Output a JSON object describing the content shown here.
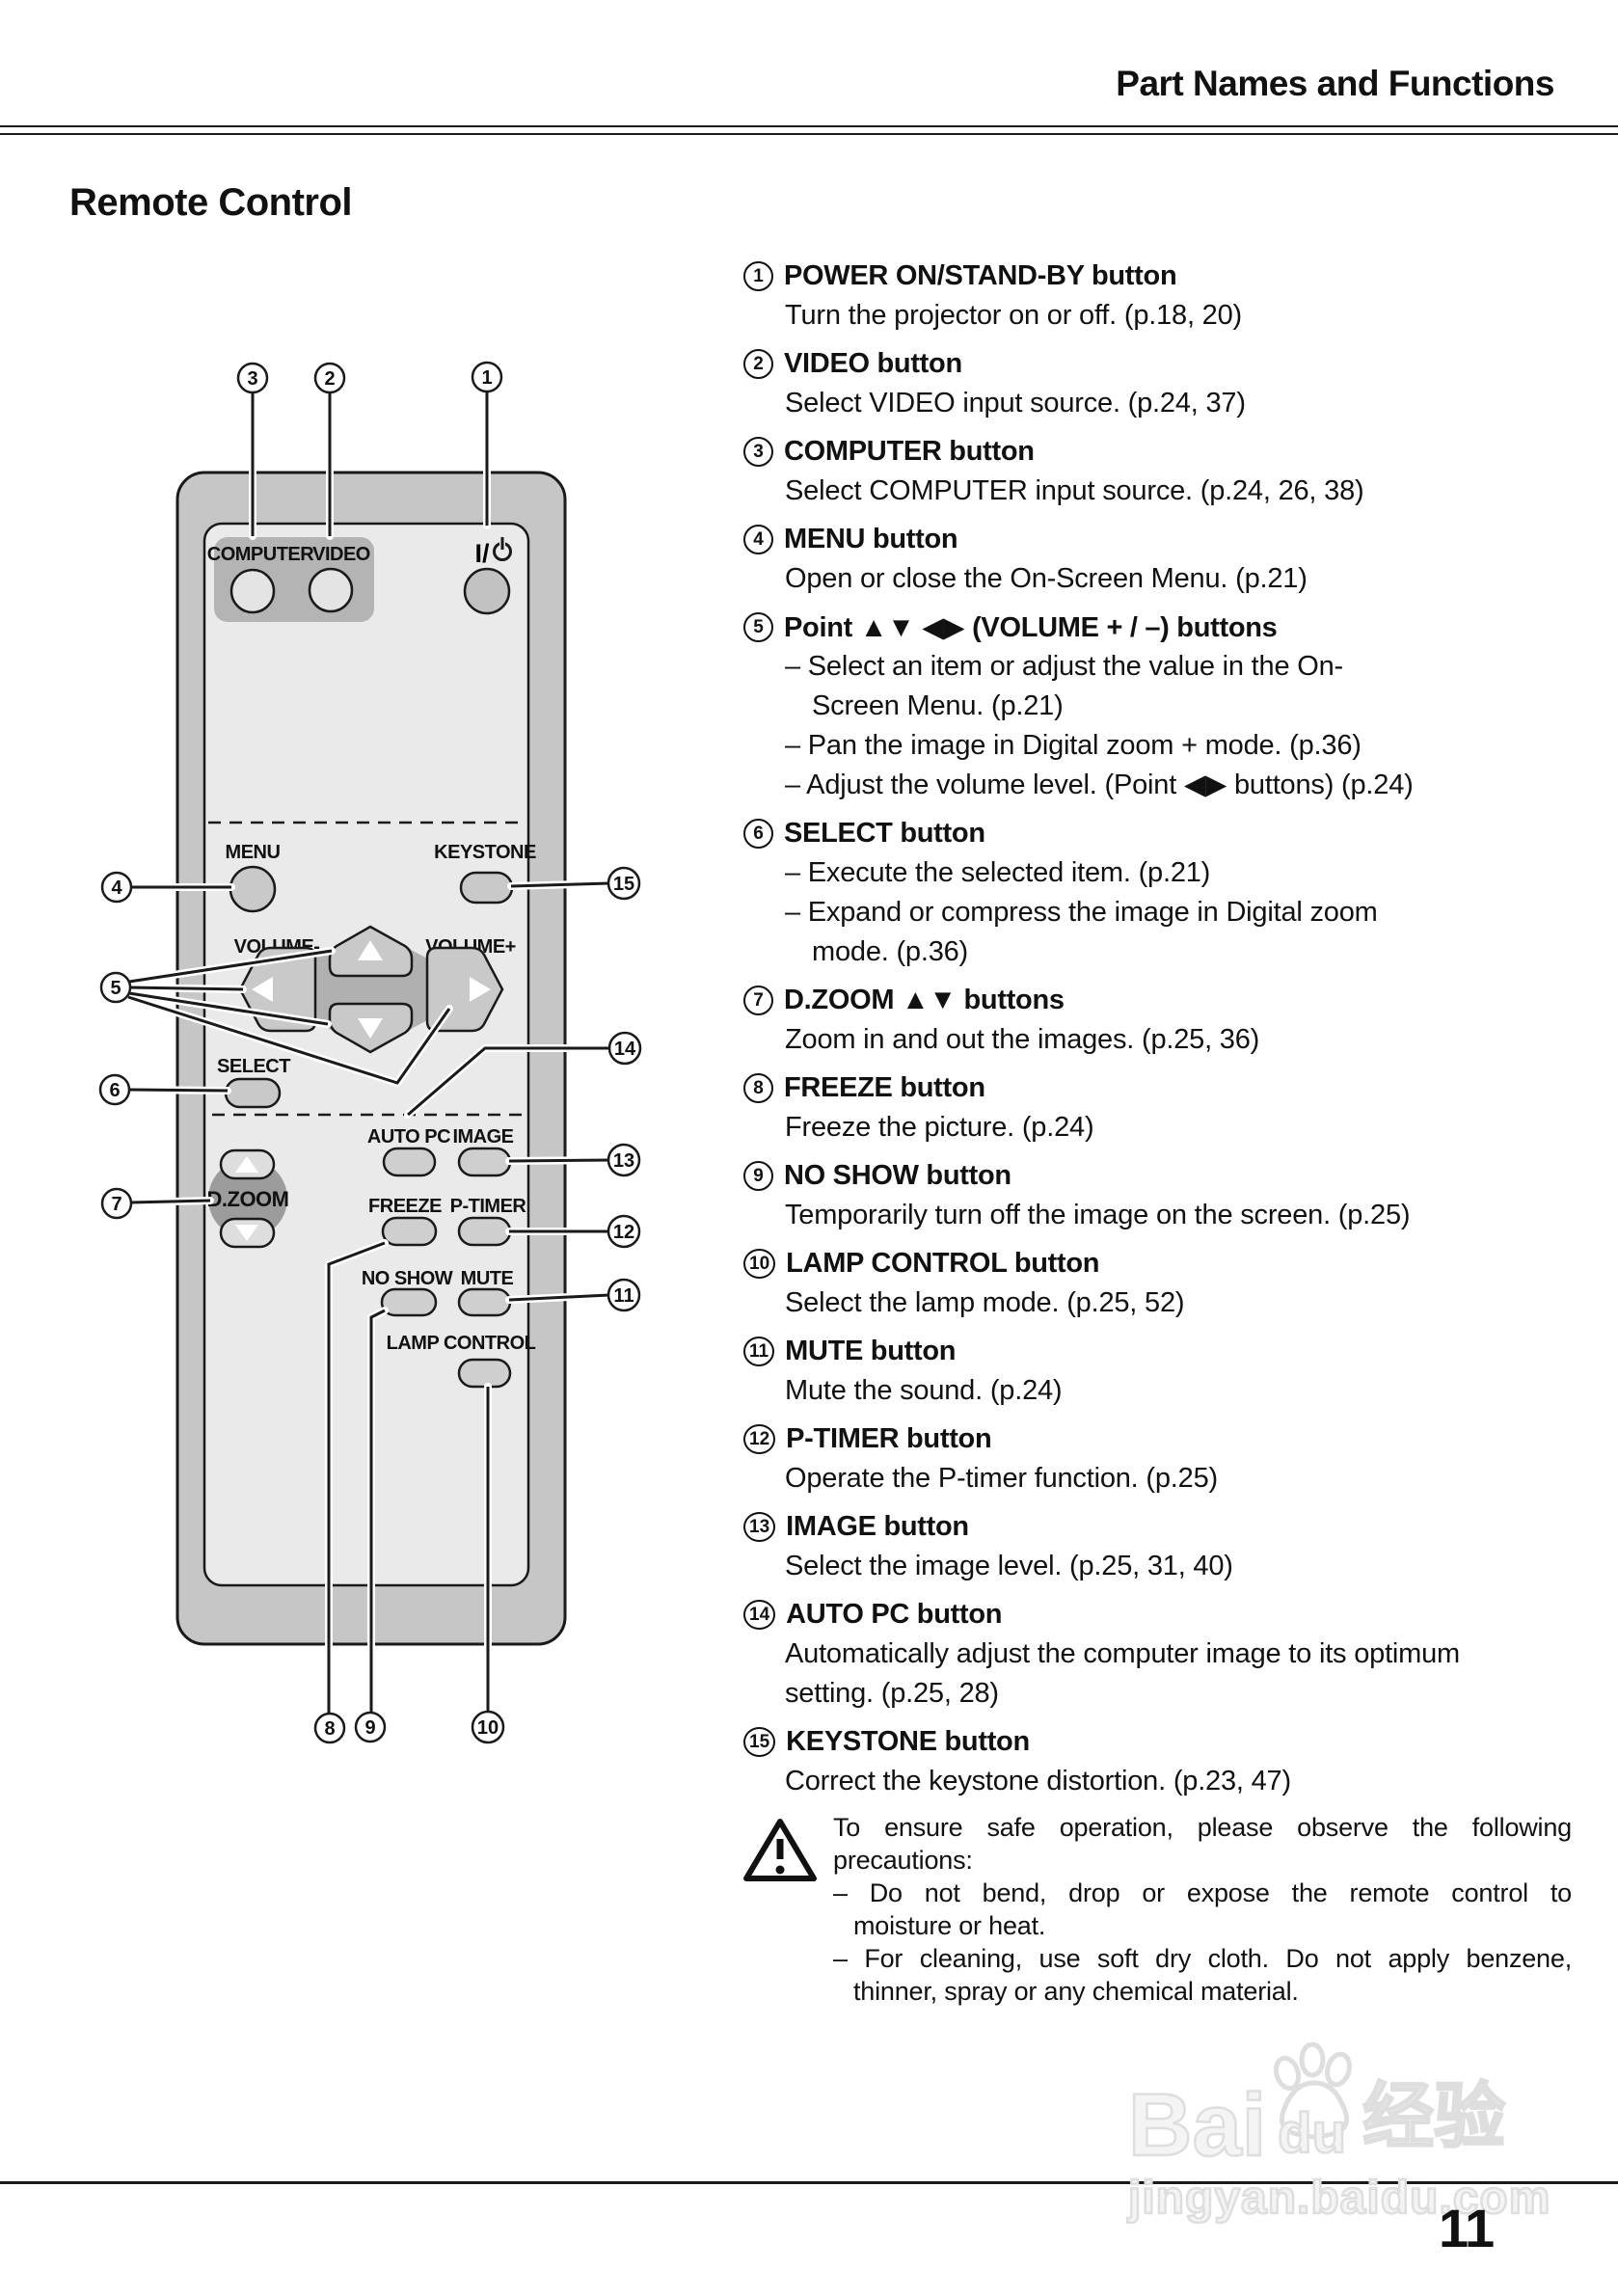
{
  "header": {
    "title": "Part Names and Functions",
    "section": "Remote Control"
  },
  "remote": {
    "labels": {
      "computer": "COMPUTER",
      "video": "VIDEO",
      "power": "I/",
      "menu": "MENU",
      "keystone": "KEYSTONE",
      "volume_minus": "VOLUME-",
      "volume_plus": "VOLUME+",
      "select": "SELECT",
      "dzoom": "D.ZOOM",
      "auto_pc": "AUTO PC",
      "image": "IMAGE",
      "freeze": "FREEZE",
      "p_timer": "P-TIMER",
      "no_show": "NO SHOW",
      "mute": "MUTE",
      "lamp_control": "LAMP CONTROL"
    },
    "callouts": {
      "c1": "1",
      "c2": "2",
      "c3": "3",
      "c4": "4",
      "c5": "5",
      "c6": "6",
      "c7": "7",
      "c8": "8",
      "c9": "9",
      "c10": "10",
      "c11": "11",
      "c12": "12",
      "c13": "13",
      "c14": "14",
      "c15": "15"
    }
  },
  "items": [
    {
      "num": "1",
      "title": "POWER ON/STAND-BY button",
      "lines": [
        {
          "t": "Turn the projector on or off. (p.18, 20)",
          "cont": false
        }
      ]
    },
    {
      "num": "2",
      "title": "VIDEO button",
      "lines": [
        {
          "t": "Select VIDEO input source. (p.24, 37)",
          "cont": false
        }
      ]
    },
    {
      "num": "3",
      "title": "COMPUTER button",
      "lines": [
        {
          "t": "Select COMPUTER input source. (p.24, 26, 38)",
          "cont": false
        }
      ]
    },
    {
      "num": "4",
      "title": "MENU button",
      "lines": [
        {
          "t": "Open or close the On-Screen Menu. (p.21)",
          "cont": false
        }
      ]
    },
    {
      "num": "5",
      "title": "Point ▲▼ ◀▶ (VOLUME + / –) buttons",
      "lines": [
        {
          "t": "– Select an item or adjust the value in the On-",
          "cont": false
        },
        {
          "t": "Screen Menu. (p.21)",
          "cont": true
        },
        {
          "t": "– Pan the image in Digital zoom + mode. (p.36)",
          "cont": false
        },
        {
          "t": "– Adjust the volume level. (Point ◀▶ buttons) (p.24)",
          "cont": false
        }
      ]
    },
    {
      "num": "6",
      "title": "SELECT button",
      "lines": [
        {
          "t": "– Execute the selected item. (p.21)",
          "cont": false
        },
        {
          "t": "– Expand or compress the image in Digital zoom",
          "cont": false
        },
        {
          "t": "mode. (p.36)",
          "cont": true
        }
      ]
    },
    {
      "num": "7",
      "title": "D.ZOOM ▲▼ buttons",
      "lines": [
        {
          "t": "Zoom in and out the images. (p.25, 36)",
          "cont": false
        }
      ]
    },
    {
      "num": "8",
      "title": "FREEZE button",
      "lines": [
        {
          "t": "Freeze the picture. (p.24)",
          "cont": false
        }
      ]
    },
    {
      "num": "9",
      "title": "NO SHOW button",
      "lines": [
        {
          "t": "Temporarily turn off the image on the screen. (p.25)",
          "cont": false
        }
      ]
    },
    {
      "num": "10",
      "title": "LAMP CONTROL button",
      "lines": [
        {
          "t": "Select the lamp mode. (p.25, 52)",
          "cont": false
        }
      ]
    },
    {
      "num": "11",
      "title": "MUTE button",
      "lines": [
        {
          "t": "Mute the sound. (p.24)",
          "cont": false
        }
      ]
    },
    {
      "num": "12",
      "title": "P-TIMER button",
      "lines": [
        {
          "t": "Operate the P-timer function. (p.25)",
          "cont": false
        }
      ]
    },
    {
      "num": "13",
      "title": "IMAGE button",
      "lines": [
        {
          "t": "Select the image level. (p.25, 31, 40)",
          "cont": false
        }
      ]
    },
    {
      "num": "14",
      "title": "AUTO PC button",
      "lines": [
        {
          "t": "Automatically adjust the computer image to its optimum",
          "cont": false
        },
        {
          "t": "setting. (p.25, 28)",
          "cont": false
        }
      ]
    },
    {
      "num": "15",
      "title": "KEYSTONE button",
      "lines": [
        {
          "t": "Correct the keystone distortion. (p.23, 47)",
          "cont": false
        }
      ]
    }
  ],
  "warning": {
    "lines": [
      {
        "t": "To ensure safe operation, please observe the following",
        "cont": false,
        "just": true
      },
      {
        "t": "precautions:",
        "cont": false,
        "just": false
      },
      {
        "t": "– Do not bend, drop or expose the remote control to",
        "cont": false,
        "just": true
      },
      {
        "t": "moisture or heat.",
        "cont": true,
        "just": false
      },
      {
        "t": "– For cleaning, use soft dry cloth. Do not apply benzene,",
        "cont": false,
        "just": true
      },
      {
        "t": "thinner, spray or any chemical material.",
        "cont": true,
        "just": false
      }
    ]
  },
  "watermark": {
    "brand_bai": "Bai",
    "brand_du": "du",
    "brand_cn": "经验",
    "url": "jingyan.baidu.com"
  },
  "page_number": "11",
  "colors": {
    "ink": "#1a1a1a",
    "body_gray": "#c6c6c6",
    "panel_gray": "#eaeaea",
    "box_gray": "#b4b4b4",
    "pad_gray": "#b0b0b0",
    "dark_gray": "#9c9c9c",
    "light_btn": "#e4e4e4",
    "mid_btn": "#c9c9c9"
  }
}
